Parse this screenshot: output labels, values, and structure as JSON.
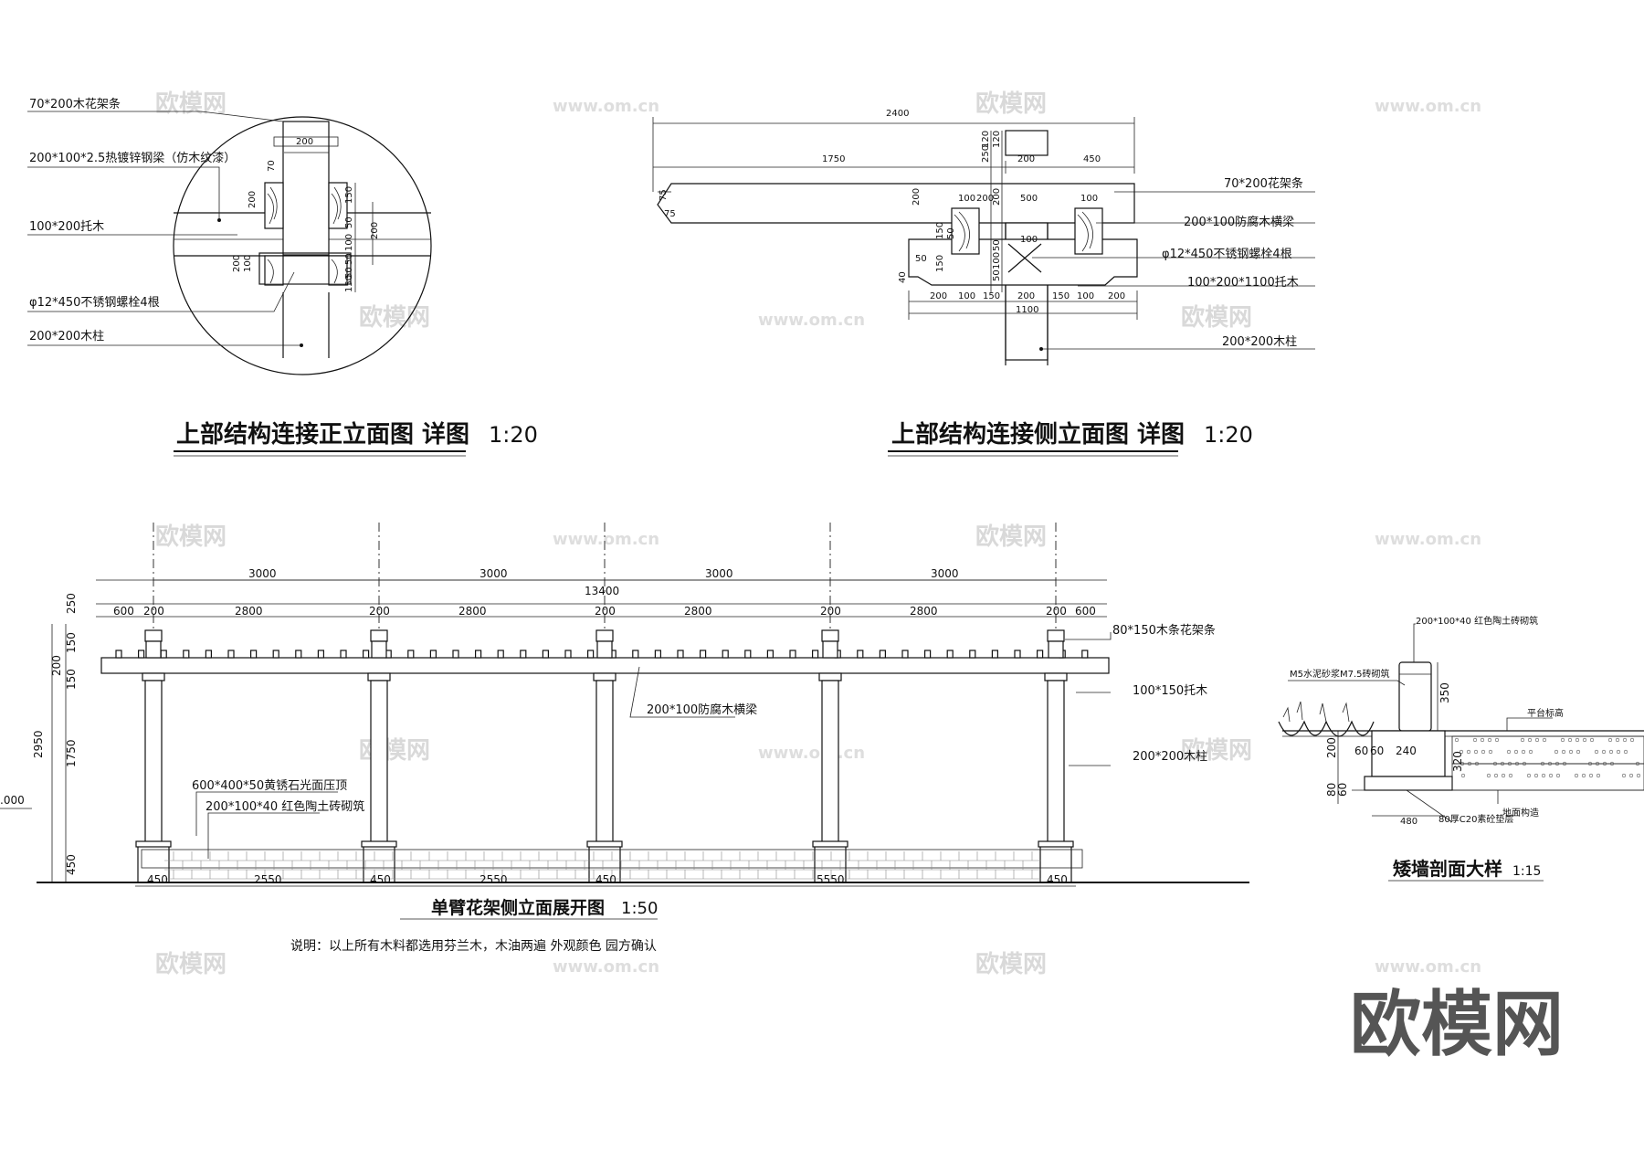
{
  "watermark": {
    "brand": "欧模网",
    "url": "www.om.cn",
    "big_logo": "欧模网"
  },
  "front_detail": {
    "title": "上部结构连接正立面图 详图",
    "scale": "1:20",
    "labels": [
      "70*200木花架条",
      "200*100*2.5热镀锌钢梁（仿木纹漆）",
      "100*200托木",
      "φ12*450不锈钢螺栓4根",
      "200*200木柱"
    ],
    "dims": {
      "top": "200",
      "d70": "70",
      "d200a": "200",
      "d150a": "150",
      "d50a": "50",
      "d100": "100",
      "d50b": "50",
      "d200b": "200",
      "d200c": "200",
      "d100b": "100",
      "d50c": "50",
      "d150b": "150"
    }
  },
  "side_detail": {
    "title": "上部结构连接侧立面图 详图",
    "scale": "1:20",
    "labels": [
      "70*200花架条",
      "200*100防腐木横梁",
      "φ12*450不锈钢螺栓4根",
      "100*200*1100托木",
      "200*200木柱"
    ],
    "dims": {
      "total": "2400",
      "left": "1750",
      "right": "450",
      "post_top": "200",
      "v250": "250",
      "v120a": "120",
      "v120b": "120",
      "v200": "200",
      "v75a": "75",
      "v75b": "75",
      "v200b": "200",
      "v100a": "100",
      "v200c": "200",
      "v500": "500",
      "v100b": "100",
      "v150": "150",
      "v50": "50",
      "v40": "40",
      "v100c": "100",
      "v50b": "50",
      "v150b": "150",
      "v50c": "50",
      "v100d": "100",
      "v50d": "50",
      "bottom": [
        "200",
        "100",
        "150",
        "200",
        "150",
        "100",
        "200"
      ],
      "bottom_total": "1100"
    }
  },
  "elevation": {
    "title": "单臂花架侧立面展开图",
    "scale": "1:50",
    "note": "说明：以上所有木料都选用芬兰木，木油两遍 外观颜色 园方确认",
    "spans": [
      "3000",
      "3000",
      "3000",
      "3000"
    ],
    "total": "13400",
    "sub_dims": [
      "600",
      "200",
      "2800",
      "200",
      "2800",
      "200",
      "2800",
      "200",
      "2800",
      "200",
      "600"
    ],
    "bottom_dims": [
      "450",
      "2550",
      "450",
      "2550",
      "450",
      "5550",
      "450"
    ],
    "left_dims": [
      "250",
      "150",
      "200",
      "150",
      "1750",
      "450"
    ],
    "left_total": "2950",
    "level": ".000",
    "labels": [
      "80*150木条花架条",
      "100*150托木",
      "200*200木柱",
      "200*100防腐木横梁",
      "600*400*50黄锈石光面压顶",
      "200*100*40 红色陶土砖砌筑"
    ]
  },
  "wall_section": {
    "title": "矮墙剖面大样",
    "scale": "1:15",
    "labels": [
      "200*100*40 红色陶土砖砌筑",
      "M5水泥砂浆M7.5砖砌筑",
      "平台标高",
      "地面构造",
      "80厚C20素砼垫层"
    ],
    "dims": [
      "350",
      "200",
      "60",
      "60",
      "240",
      "320",
      "80",
      "60",
      "480"
    ]
  }
}
